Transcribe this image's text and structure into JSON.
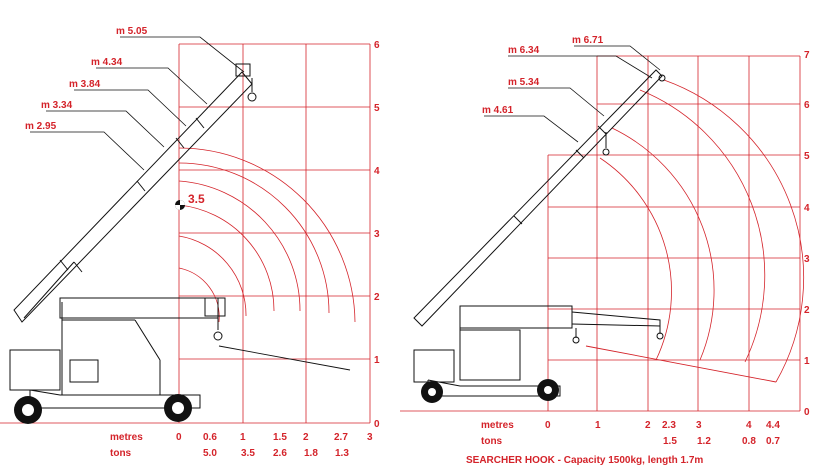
{
  "colors": {
    "accent": "#d4232a",
    "ink": "#111111",
    "paper": "#ffffff"
  },
  "left": {
    "y_ticks": [
      "0",
      "1",
      "2",
      "3",
      "4",
      "5",
      "6"
    ],
    "x_metres_label": "metres",
    "x_tons_label": "tons",
    "x_metres": [
      "0",
      "0.6",
      "1",
      "1.5",
      "2",
      "2.7",
      "3"
    ],
    "x_tons": [
      "5.0",
      "3.5",
      "2.6",
      "1.8",
      "1.3"
    ],
    "booms": [
      "m 5.05",
      "m 4.34",
      "m 3.84",
      "m 3.34",
      "m 2.95"
    ],
    "point_label": "3.5"
  },
  "right": {
    "y_ticks": [
      "0",
      "1",
      "2",
      "3",
      "4",
      "5",
      "6",
      "7"
    ],
    "x_metres_label": "metres",
    "x_tons_label": "tons",
    "x_metres": [
      "0",
      "1",
      "2",
      "2.3",
      "3",
      "4",
      "4.4"
    ],
    "x_tons": [
      "1.5",
      "1.2",
      "0.8",
      "0.7"
    ],
    "booms": [
      "m 6.71",
      "m 6.34",
      "m 5.34",
      "m 4.61"
    ],
    "caption": "SEARCHER HOOK - Capacity 1500kg, length 1.7m"
  }
}
